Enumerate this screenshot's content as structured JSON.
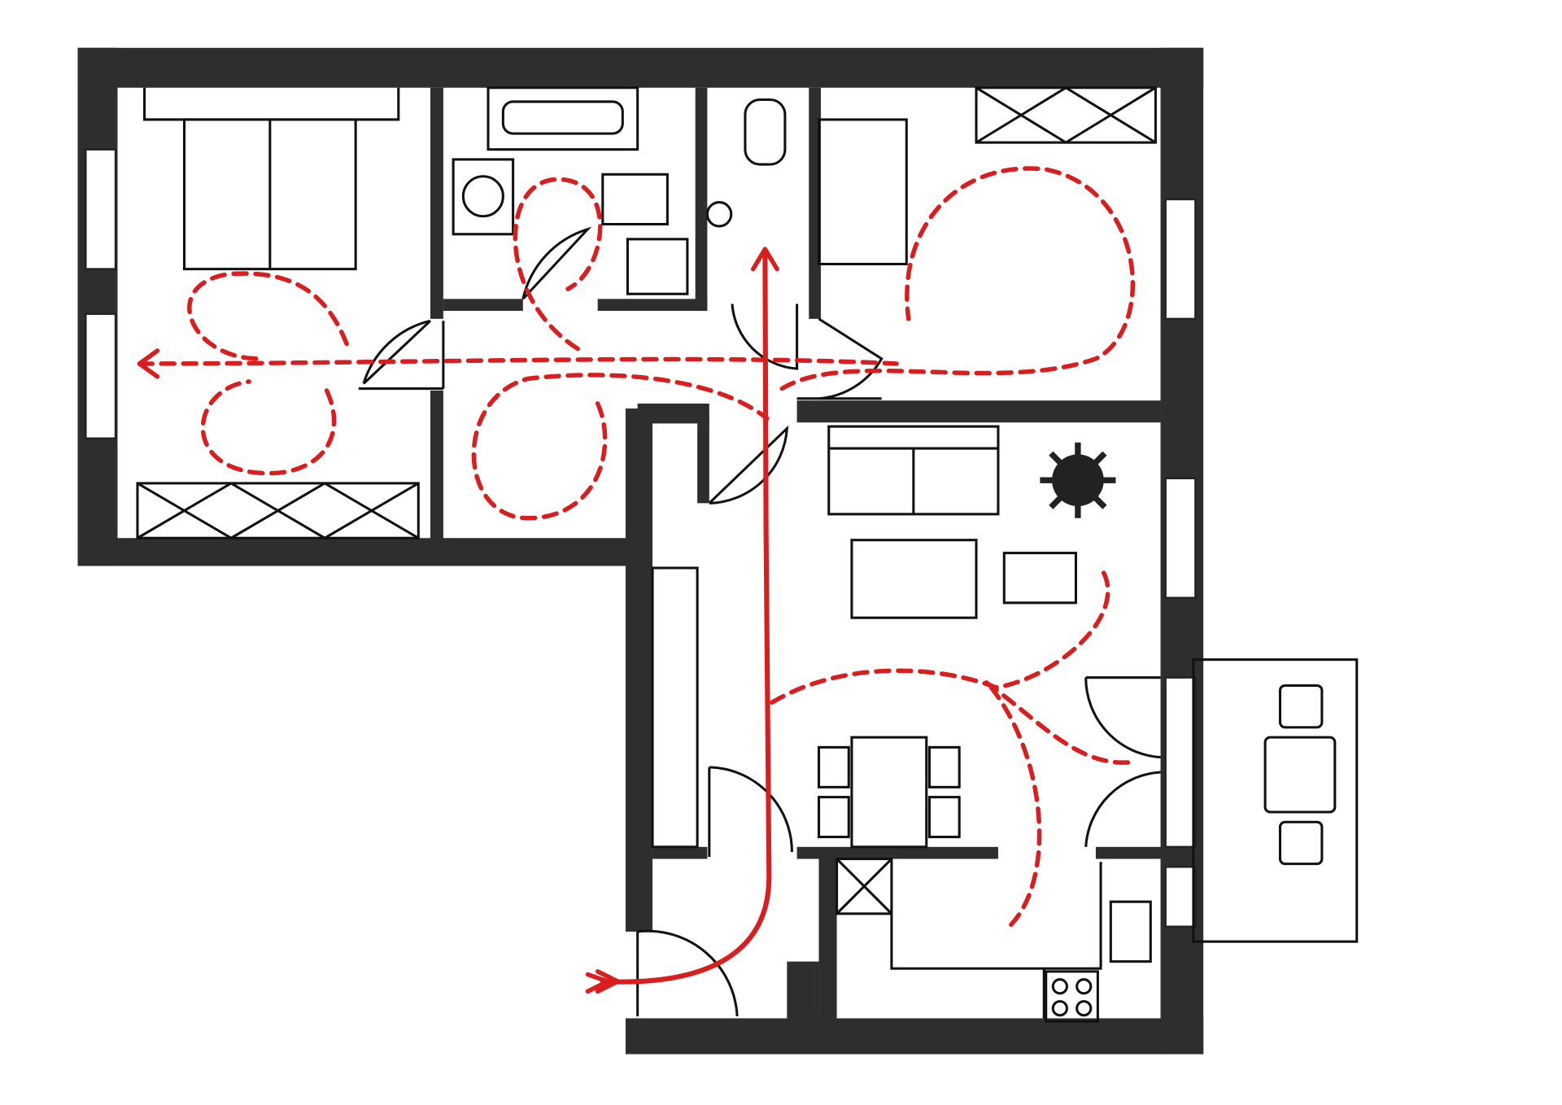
{
  "plan": {
    "wall_color": "#2e2e2e",
    "circulation_color": "#d81e1e",
    "rooms": [
      "bedroom",
      "bathroom",
      "wc",
      "bedroom-2",
      "hall",
      "living-room",
      "kitchen",
      "entrance-corridor",
      "balcony"
    ],
    "line_styles": {
      "main_route": "solid",
      "secondary_routes": "dashed"
    }
  }
}
